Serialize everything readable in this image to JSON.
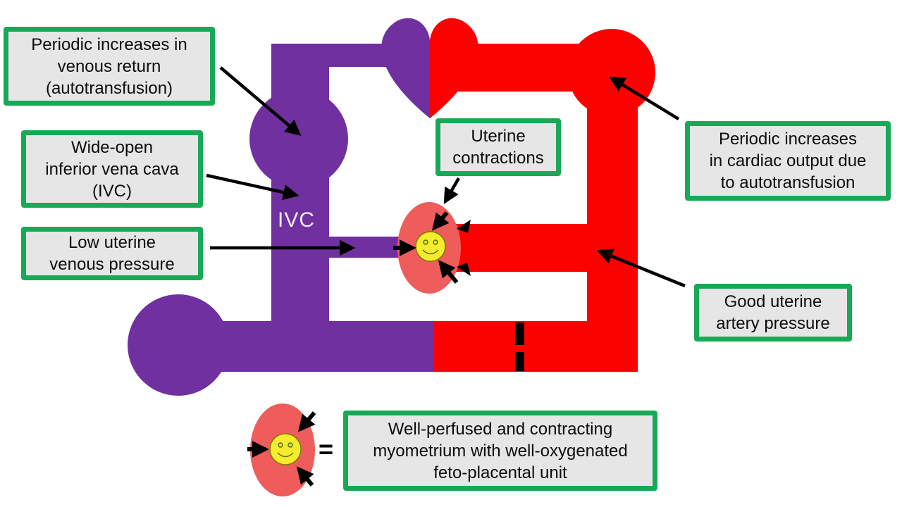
{
  "diagram": {
    "description": "Maternal circulation during uterine contraction (autotransfusion) schematic",
    "ivc_label": "IVC",
    "equals_sign": "=",
    "labels": {
      "venous_return": [
        "Periodic increases in",
        "venous return",
        "(autotransfusion)"
      ],
      "wide_open_ivc": [
        "Wide-open",
        "inferior vena cava",
        "(IVC)"
      ],
      "low_uterine_venous_pressure": [
        "Low uterine",
        "venous pressure"
      ],
      "uterine_contractions": [
        "Uterine",
        "contractions"
      ],
      "cardiac_output": [
        "Periodic increases",
        "in cardiac output due",
        "to autotransfusion"
      ],
      "uterine_artery_pressure": [
        "Good uterine",
        "artery pressure"
      ],
      "legend": [
        "Well-perfused and contracting",
        "myometrium with well-oxygenated",
        "feto-placental unit"
      ]
    },
    "colors": {
      "venous_purple": "#7030a0",
      "arterial_red": "#fb0200",
      "myometrium_salmon": "#ee5c5c",
      "fetus_yellow": "#f5ec2d",
      "smiley_outline_olive": "#7e7e00",
      "box_border_green": "#18a957",
      "box_fill_grey": "#e7e6e6",
      "arrow_black": "#000000"
    }
  }
}
